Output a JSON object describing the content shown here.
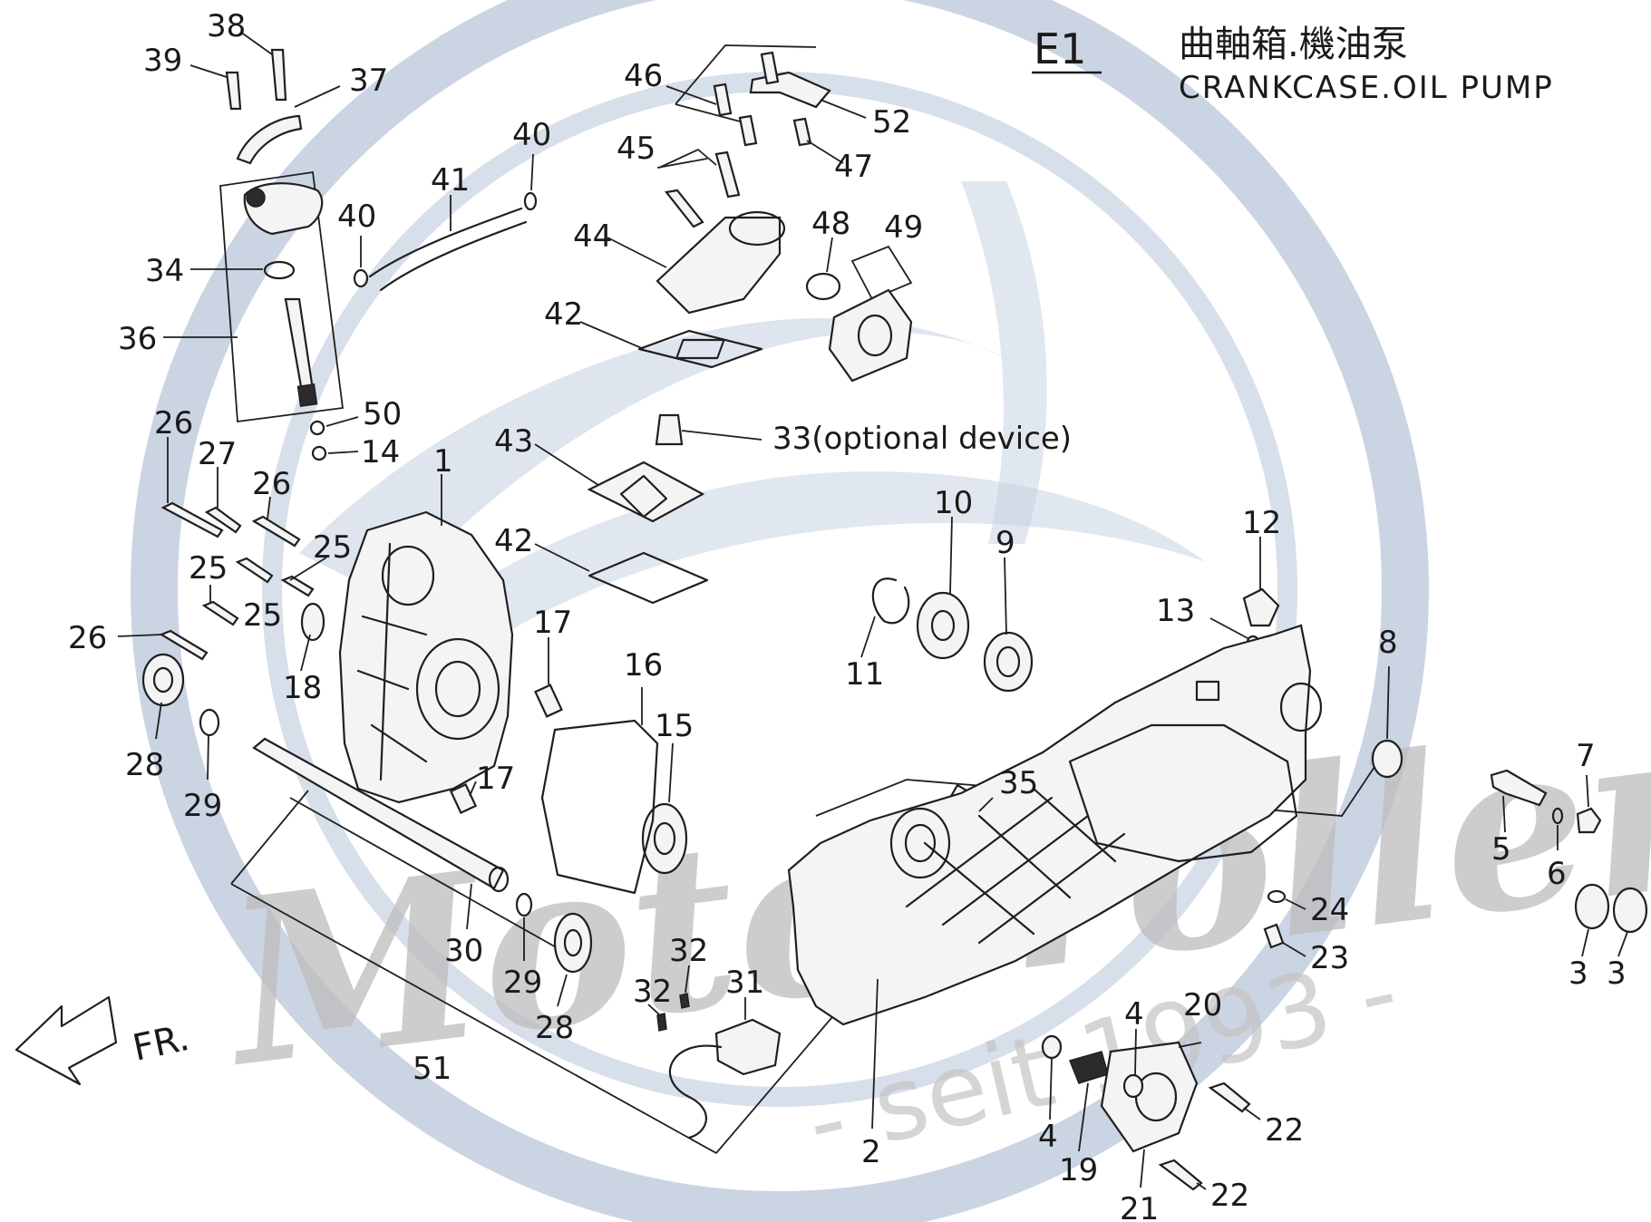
{
  "diagram": {
    "section_code": "E1",
    "title_chinese": "曲軸箱.機油泵",
    "title_english": "CRANKCASE.OIL  PUMP",
    "direction_label": "FR.",
    "watermark": {
      "brand": "Motorroller.de",
      "since": "- seit 1993 -",
      "ring_color": "#b9c6da",
      "text_color": "#bdbdbd"
    },
    "callouts": [
      "38",
      "39",
      "37",
      "46",
      "52",
      "47",
      "45",
      "40",
      "41",
      "40",
      "34",
      "36",
      "44",
      "48",
      "49",
      "42",
      "50",
      "14",
      "33(optional  device)",
      "26",
      "27",
      "26",
      "1",
      "43",
      "10",
      "9",
      "12",
      "42",
      "25",
      "25",
      "25",
      "26",
      "13",
      "18",
      "17",
      "16",
      "28",
      "29",
      "15",
      "11",
      "8",
      "17",
      "35",
      "7",
      "5",
      "6",
      "30",
      "29",
      "28",
      "24",
      "23",
      "32",
      "32",
      "31",
      "3",
      "3",
      "20",
      "4",
      "4",
      "22",
      "19",
      "2",
      "51",
      "21",
      "22"
    ]
  }
}
